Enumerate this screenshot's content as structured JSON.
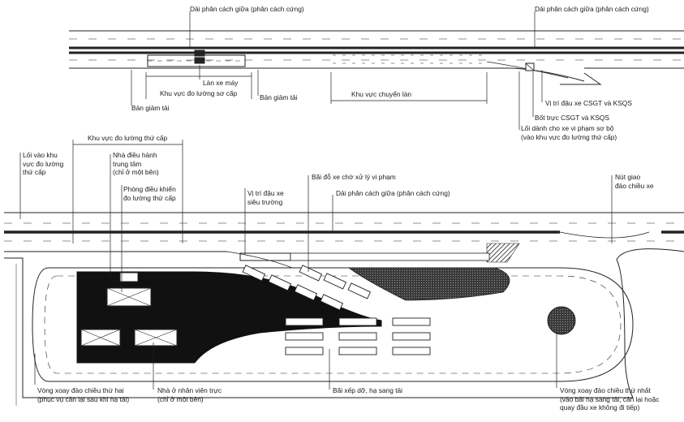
{
  "labels": {
    "median_top_left": "Dải phân cách giữa (phân cách cứng)",
    "median_top_right": "Dải phân cách giữa (phân cách cứng)",
    "motorbike_lane": "Làn xe máy",
    "primary_zone": "Khu vực đo lường sơ cấp",
    "reducer_right": "Bản giảm tải",
    "reducer_left": "Bản giảm tải",
    "lane_change_zone": "Khu vực chuyển làn",
    "police_parking": "Vị trí đậu xe CSGT và KSQS",
    "police_booth": "Bốt trực CSGT và KSQS",
    "violation_exit_1": "Lối dành cho xe vi phạm sơ bộ",
    "violation_exit_2": "(vào khu vực đo lường thứ cấp)",
    "secondary_zone": "Khu vực đo lường thứ cấp",
    "entry_1": "Lối vào khu",
    "entry_2": "vực đo lường",
    "entry_3": "thứ cấp",
    "admin_1": "Nhà điều hành",
    "admin_2": "trung tâm",
    "admin_3": "(chỉ ở một bên)",
    "control_1": "Phòng điều khiển",
    "control_2": "đo lường thứ cấp",
    "oversize_1": "Vị trí đậu xe",
    "oversize_2": "siêu trường",
    "pending_lot": "Bãi đỗ xe chờ xử lý vi phạm",
    "median_bottom": "Dải phân cách giữa (phân cách cứng)",
    "interchange_1": "Nút giao",
    "interchange_2": "đảo chiều xe",
    "roundabout2_1": "Vòng xoay đảo chiều thứ hai",
    "roundabout2_2": "(phục vụ cân lại sau khi hạ tải)",
    "staff_1": "Nhà ở nhân viên trực",
    "staff_2": "(chỉ ở một bên)",
    "unload_lot": "Bãi xếp dỡ, hạ sang tải",
    "roundabout1_1": "Vòng xoay đảo chiều thứ nhất",
    "roundabout1_2": "(vào bãi hạ sang tải, cân lại hoặc",
    "roundabout1_3": "quay đầu xe không đi tiếp)"
  }
}
